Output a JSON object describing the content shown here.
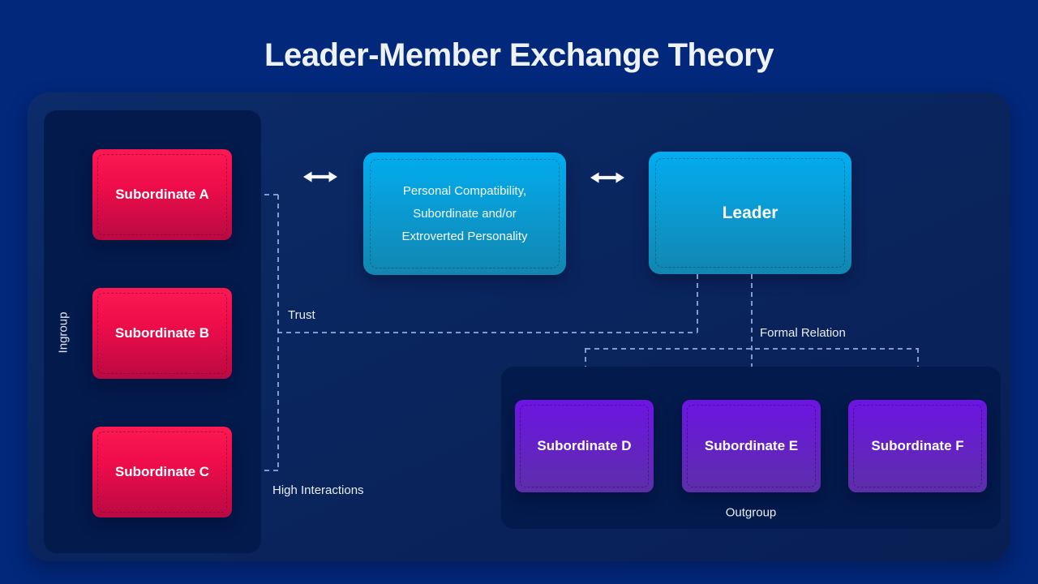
{
  "title": "Leader-Member Exchange Theory",
  "colors": {
    "background": "#02287b",
    "panel": "#0a2762",
    "group_panel": "#031a4c",
    "ingroup_card_top": "#fc1953",
    "ingroup_card_bottom": "#ba0943",
    "exchange_card_top": "#02adf0",
    "exchange_card_bottom": "#1286b0",
    "outgroup_card_top": "#6d14e3",
    "outgroup_card_bottom": "#5c2fa9",
    "connector": "#8fa8d8",
    "text": "#ffffff"
  },
  "ingroup": {
    "label": "Ingroup",
    "cards": [
      {
        "label": "Subordinate A"
      },
      {
        "label": "Subordinate B"
      },
      {
        "label": "Subordinate C"
      }
    ]
  },
  "exchange": {
    "compatibility_card": {
      "lines": [
        "Personal Compatibility,",
        "Subordinate and/or",
        "Extroverted Personality"
      ]
    },
    "leader_card": {
      "label": "Leader"
    },
    "icons": {
      "left": "double-arrow",
      "right": "double-arrow"
    }
  },
  "connectors": {
    "trust_label": "Trust",
    "formal_relation_label": "Formal Relation",
    "high_interactions_label": "High Interactions"
  },
  "outgroup": {
    "label": "Outgroup",
    "cards": [
      {
        "label": "Subordinate D"
      },
      {
        "label": "Subordinate E"
      },
      {
        "label": "Subordinate F"
      }
    ]
  }
}
